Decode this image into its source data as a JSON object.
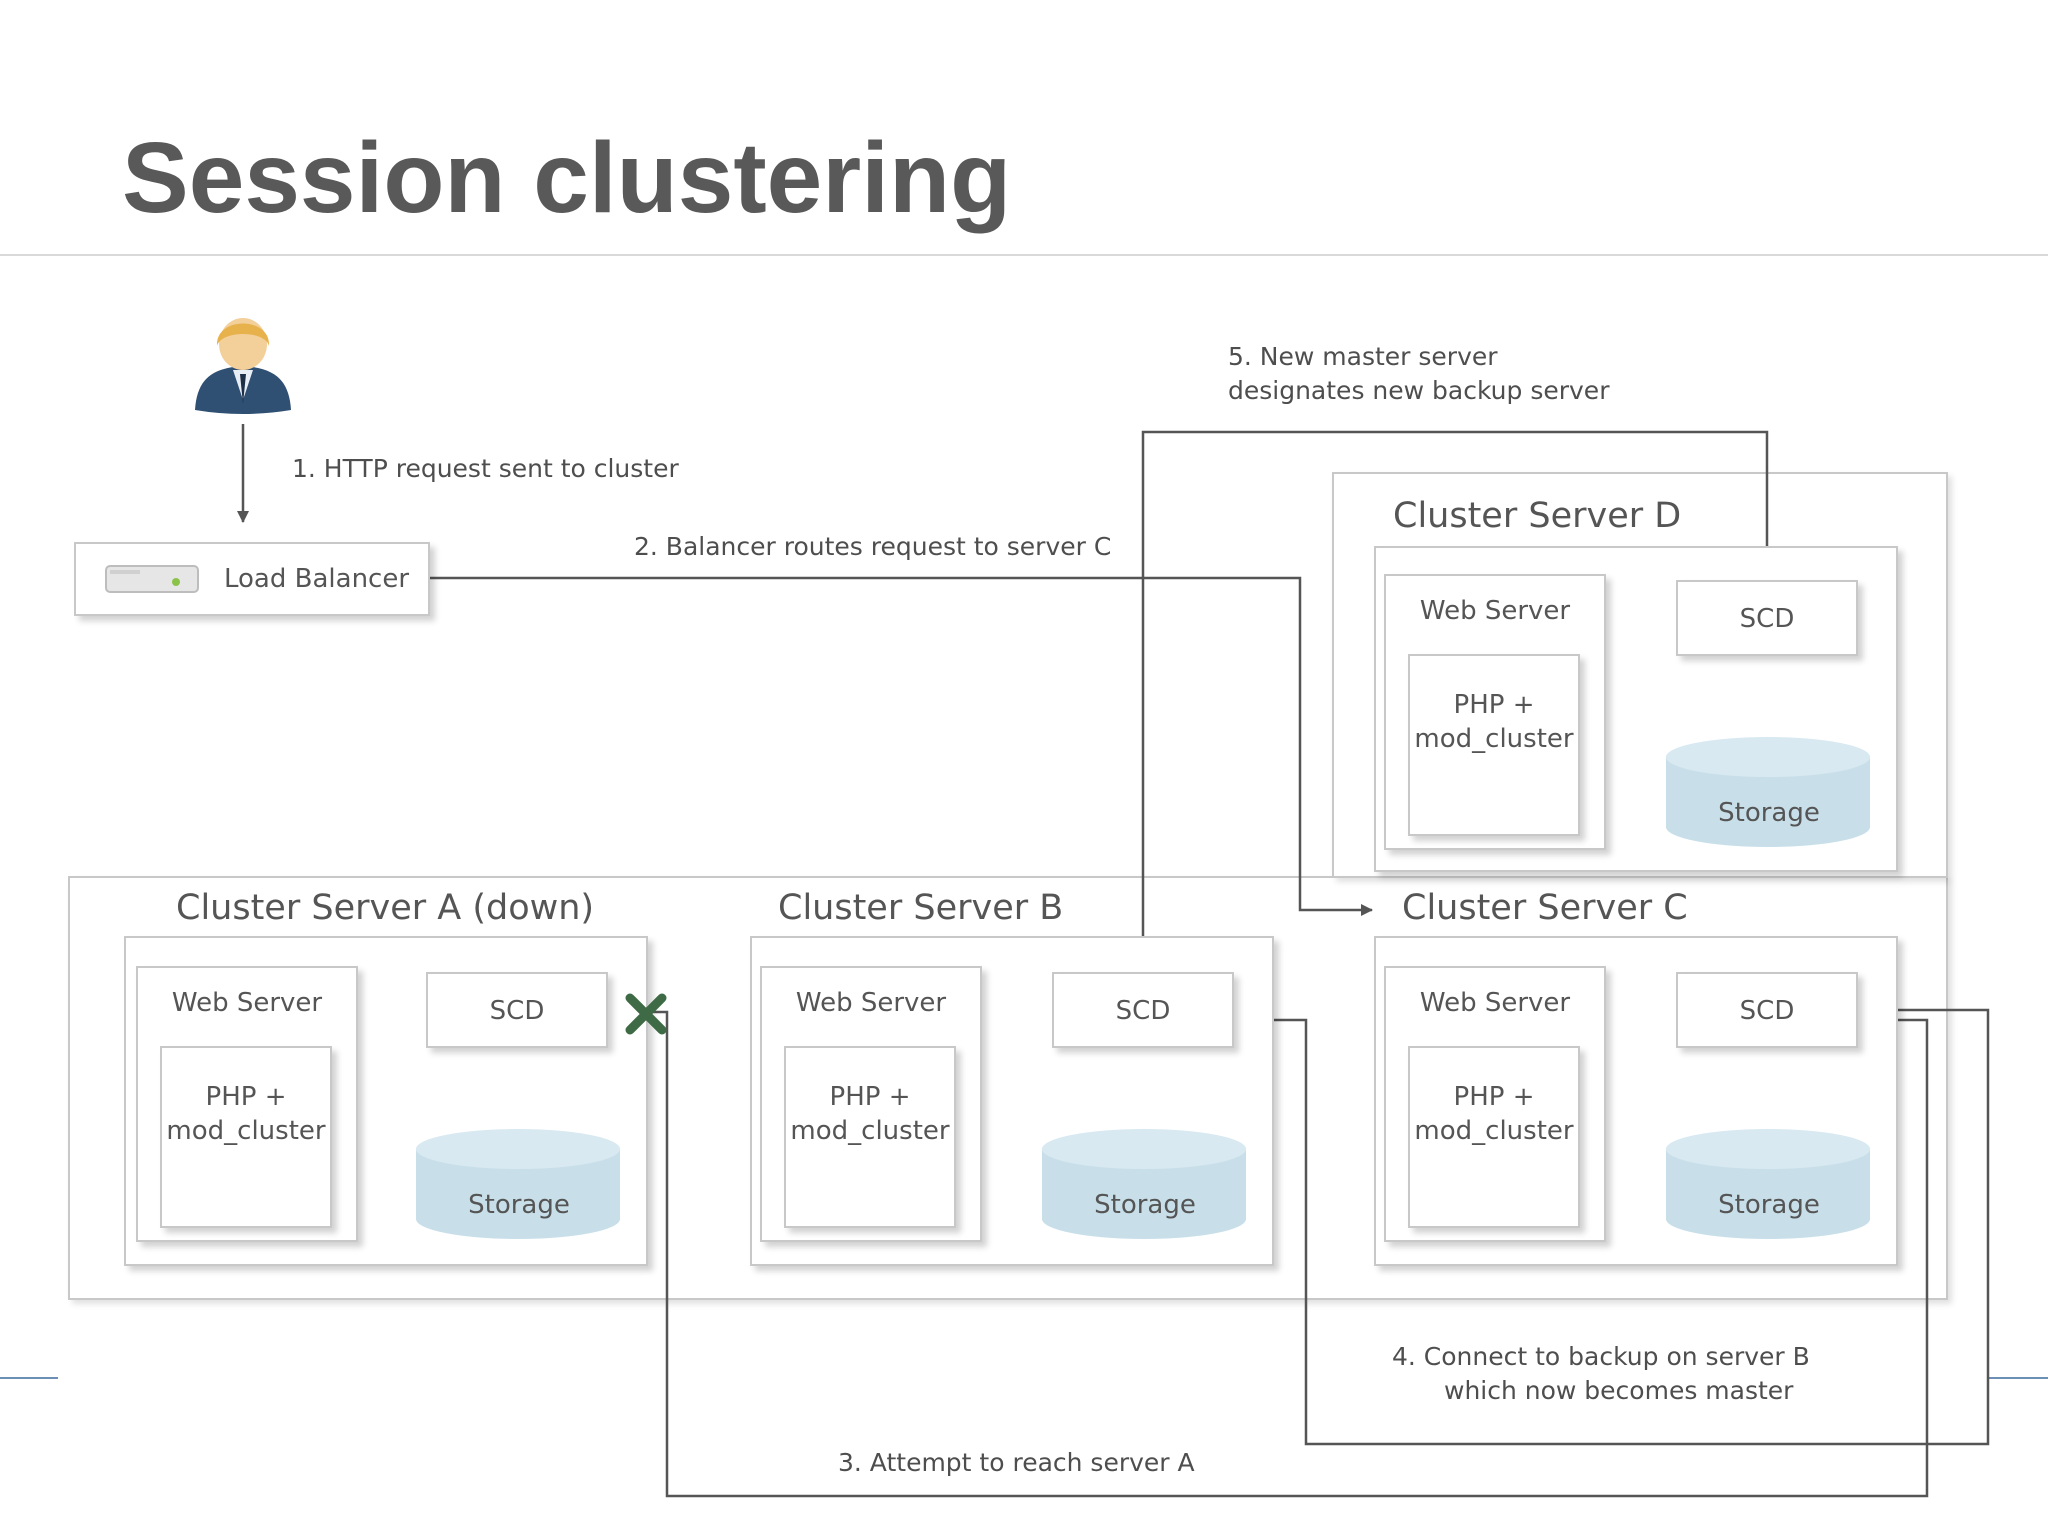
{
  "title": "Session clustering",
  "notes": {
    "step1": "1. HTTP request sent to cluster",
    "step2": "2. Balancer routes request to server C",
    "step3": "3. Attempt to reach server A",
    "step4_line1": "4. Connect to backup on server B",
    "step4_line2": "which now becomes master",
    "step5_line1": "5. New master server",
    "step5_line2": "designates new backup server"
  },
  "load_balancer": "Load Balancer",
  "servers": {
    "a": {
      "title": "Cluster Server A (down)",
      "web": "Web Server",
      "php1": "PHP +",
      "php2": "mod_cluster",
      "scd": "SCD",
      "storage": "Storage"
    },
    "b": {
      "title": "Cluster Server B",
      "web": "Web Server",
      "php1": "PHP +",
      "php2": "mod_cluster",
      "scd": "SCD",
      "storage": "Storage"
    },
    "c": {
      "title": "Cluster Server C",
      "web": "Web Server",
      "php1": "PHP +",
      "php2": "mod_cluster",
      "scd": "SCD",
      "storage": "Storage"
    },
    "d": {
      "title": "Cluster Server D",
      "web": "Web Server",
      "php1": "PHP +",
      "php2": "mod_cluster",
      "scd": "SCD",
      "storage": "Storage"
    }
  },
  "icons": [
    "user-icon",
    "server-icon",
    "failure-x-icon",
    "storage-icon"
  ],
  "colors": {
    "storage_fill": "#c8dfea",
    "line": "#555555",
    "failure_x": "#3e6b45",
    "title": "#595959"
  }
}
